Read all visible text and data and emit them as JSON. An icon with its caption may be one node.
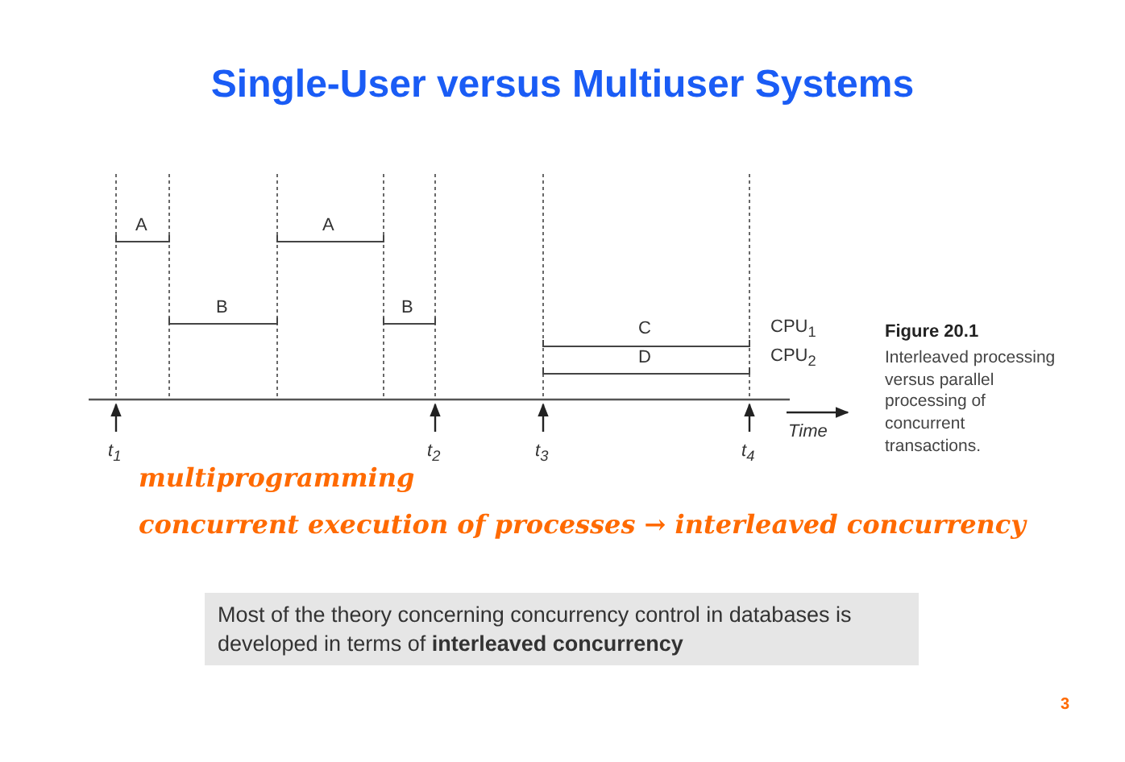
{
  "diagram": {
    "title": "Single-User versus Multiuser Systems",
    "nodes": [
      {
        "text": [
          "Most of the theory concerning concurrency control in databases is developed in terms of **interleaved concurrency**"
        ]
      }
    ],
    "labels": [
      "A",
      "A",
      "B",
      "B",
      "C",
      "CPU$_{1}$",
      "D",
      "CPU$_{2}$",
      "t$_{1}$",
      "t$_{2}$",
      "t$_{3}$",
      "Time",
      "t$_{4}$",
      "Figure 20.1",
      "Interleaved processing versus parallel processing of concurrent transactions.",
      "multiprogramming",
      "concurrent execution of processes → interleaved concurrency",
      "3"
    ]
  }
}
